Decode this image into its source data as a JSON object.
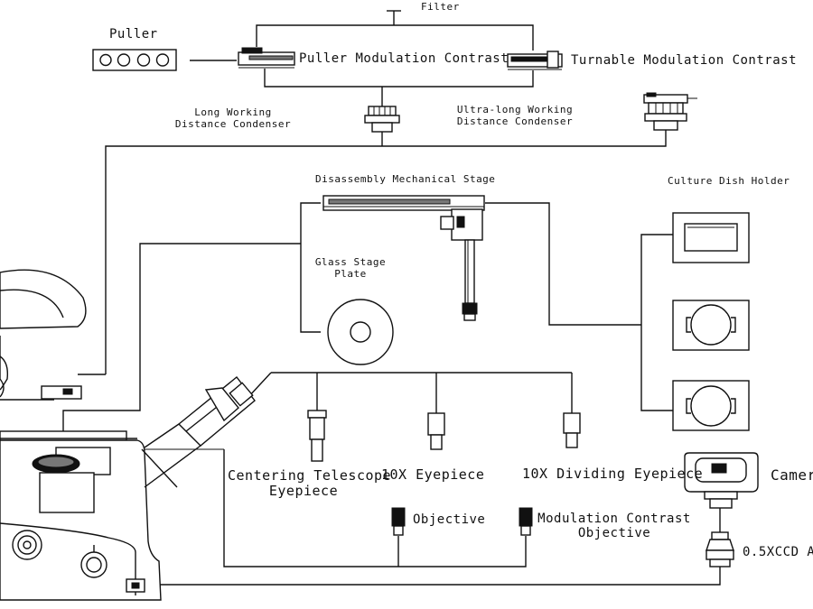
{
  "labels": {
    "filter": "Filter",
    "puller": "Puller",
    "puller_modulation_contrast": "Puller Modulation Contrast",
    "turnable_modulation_contrast": "Turnable Modulation Contrast",
    "long_working_condenser_line1": "Long Working",
    "long_working_condenser_line2": "Distance Condenser",
    "ultra_long_condenser_line1": "Ultra-long Working",
    "ultra_long_condenser_line2": "Distance Condenser",
    "disassembly_stage": "Disassembly Mechanical Stage",
    "glass_stage_plate_line1": "Glass Stage",
    "glass_stage_plate_line2": "Plate",
    "culture_dish_holder": "Culture Dish Holder",
    "centering_telescope_line1": "Centering Telescope",
    "centering_telescope_line2": "Eyepiece",
    "eyepiece_10x": "10X Eyepiece",
    "dividing_eyepiece_10x": "10X Dividing Eyepiece",
    "camera": "Camera",
    "objective": "Objective",
    "mc_objective_line1": "Modulation Contrast",
    "mc_objective_line2": "Objective",
    "ccd_adapter": "0.5XCCD A"
  },
  "icons": [
    "puller-icon",
    "puller-slider-icon",
    "turret-slider-icon",
    "long-condenser-icon",
    "ultra-condenser-icon",
    "mechanical-stage-icon",
    "glass-plate-icon",
    "dish-holder-icon",
    "telescope-icon",
    "eyepiece-icon",
    "objective-icon",
    "camera-icon",
    "adapter-icon",
    "microscope-icon"
  ]
}
